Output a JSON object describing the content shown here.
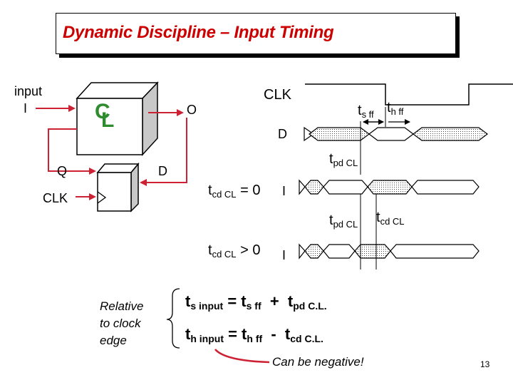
{
  "title": "Dynamic Discipline – Input Timing",
  "circuit": {
    "input_label_line1": "input",
    "input_label_line2": "I",
    "cl_char1": "C",
    "cl_char2": "L",
    "o_label": "O",
    "q_label": "Q",
    "d_label": "D",
    "clk_label": "CLK"
  },
  "timing": {
    "clk_label": "CLK",
    "d_label": "D",
    "ts_ff": {
      "main": "t",
      "sub": "s ff"
    },
    "th_ff": {
      "main": "t",
      "sub": "h ff"
    },
    "tpd_cl_top": {
      "main": "t",
      "sub": "pd CL"
    },
    "tcd_zero": {
      "main": "t",
      "sub": "cd CL",
      "rest": " = 0"
    },
    "i_label_1": "I",
    "tpd_cl_mid": {
      "main": "t",
      "sub": "pd CL"
    },
    "tcd_cl_mid": {
      "main": "t",
      "sub": "cd CL"
    },
    "tcd_pos": {
      "main": "t",
      "sub": "cd CL",
      "rest": " > 0"
    },
    "i_label_2": "I"
  },
  "notes": {
    "relative_line1": "Relative",
    "relative_line2": "to clock",
    "relative_line3": "edge",
    "eq1": {
      "a_main": "t",
      "a_sub": "s input",
      "mid": " = t",
      "b_sub": "s ff",
      "op": "  +  t",
      "c_sub": "pd C.L."
    },
    "eq2": {
      "a_main": "t",
      "a_sub": "h input",
      "mid": " = t",
      "b_sub": "h ff",
      "op": "  -  t",
      "c_sub": "cd C.L."
    },
    "callout": "Can be negative!",
    "page_number": "13"
  },
  "colors": {
    "title": "#cc0000",
    "wire": "#cc2233",
    "cl_text": "#2e8b2e",
    "box_side": "#c8c8c8"
  }
}
